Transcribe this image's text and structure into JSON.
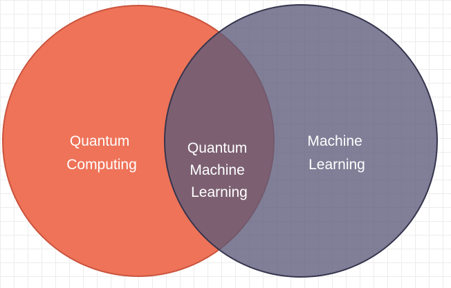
{
  "diagram": {
    "type": "venn",
    "sets": [
      {
        "id": "left",
        "label_lines": [
          "Quantum",
          "Computing"
        ],
        "color": "#ee7358",
        "stroke": "#c9533d"
      },
      {
        "id": "right",
        "label_lines": [
          "Machine",
          "Learning"
        ],
        "color": "#6c6b87",
        "stroke": "#35344d"
      }
    ],
    "overlap": {
      "label_lines": [
        "Quantum",
        "Machine",
        "Learning"
      ]
    },
    "background": {
      "grid_color": "#ececec"
    }
  }
}
